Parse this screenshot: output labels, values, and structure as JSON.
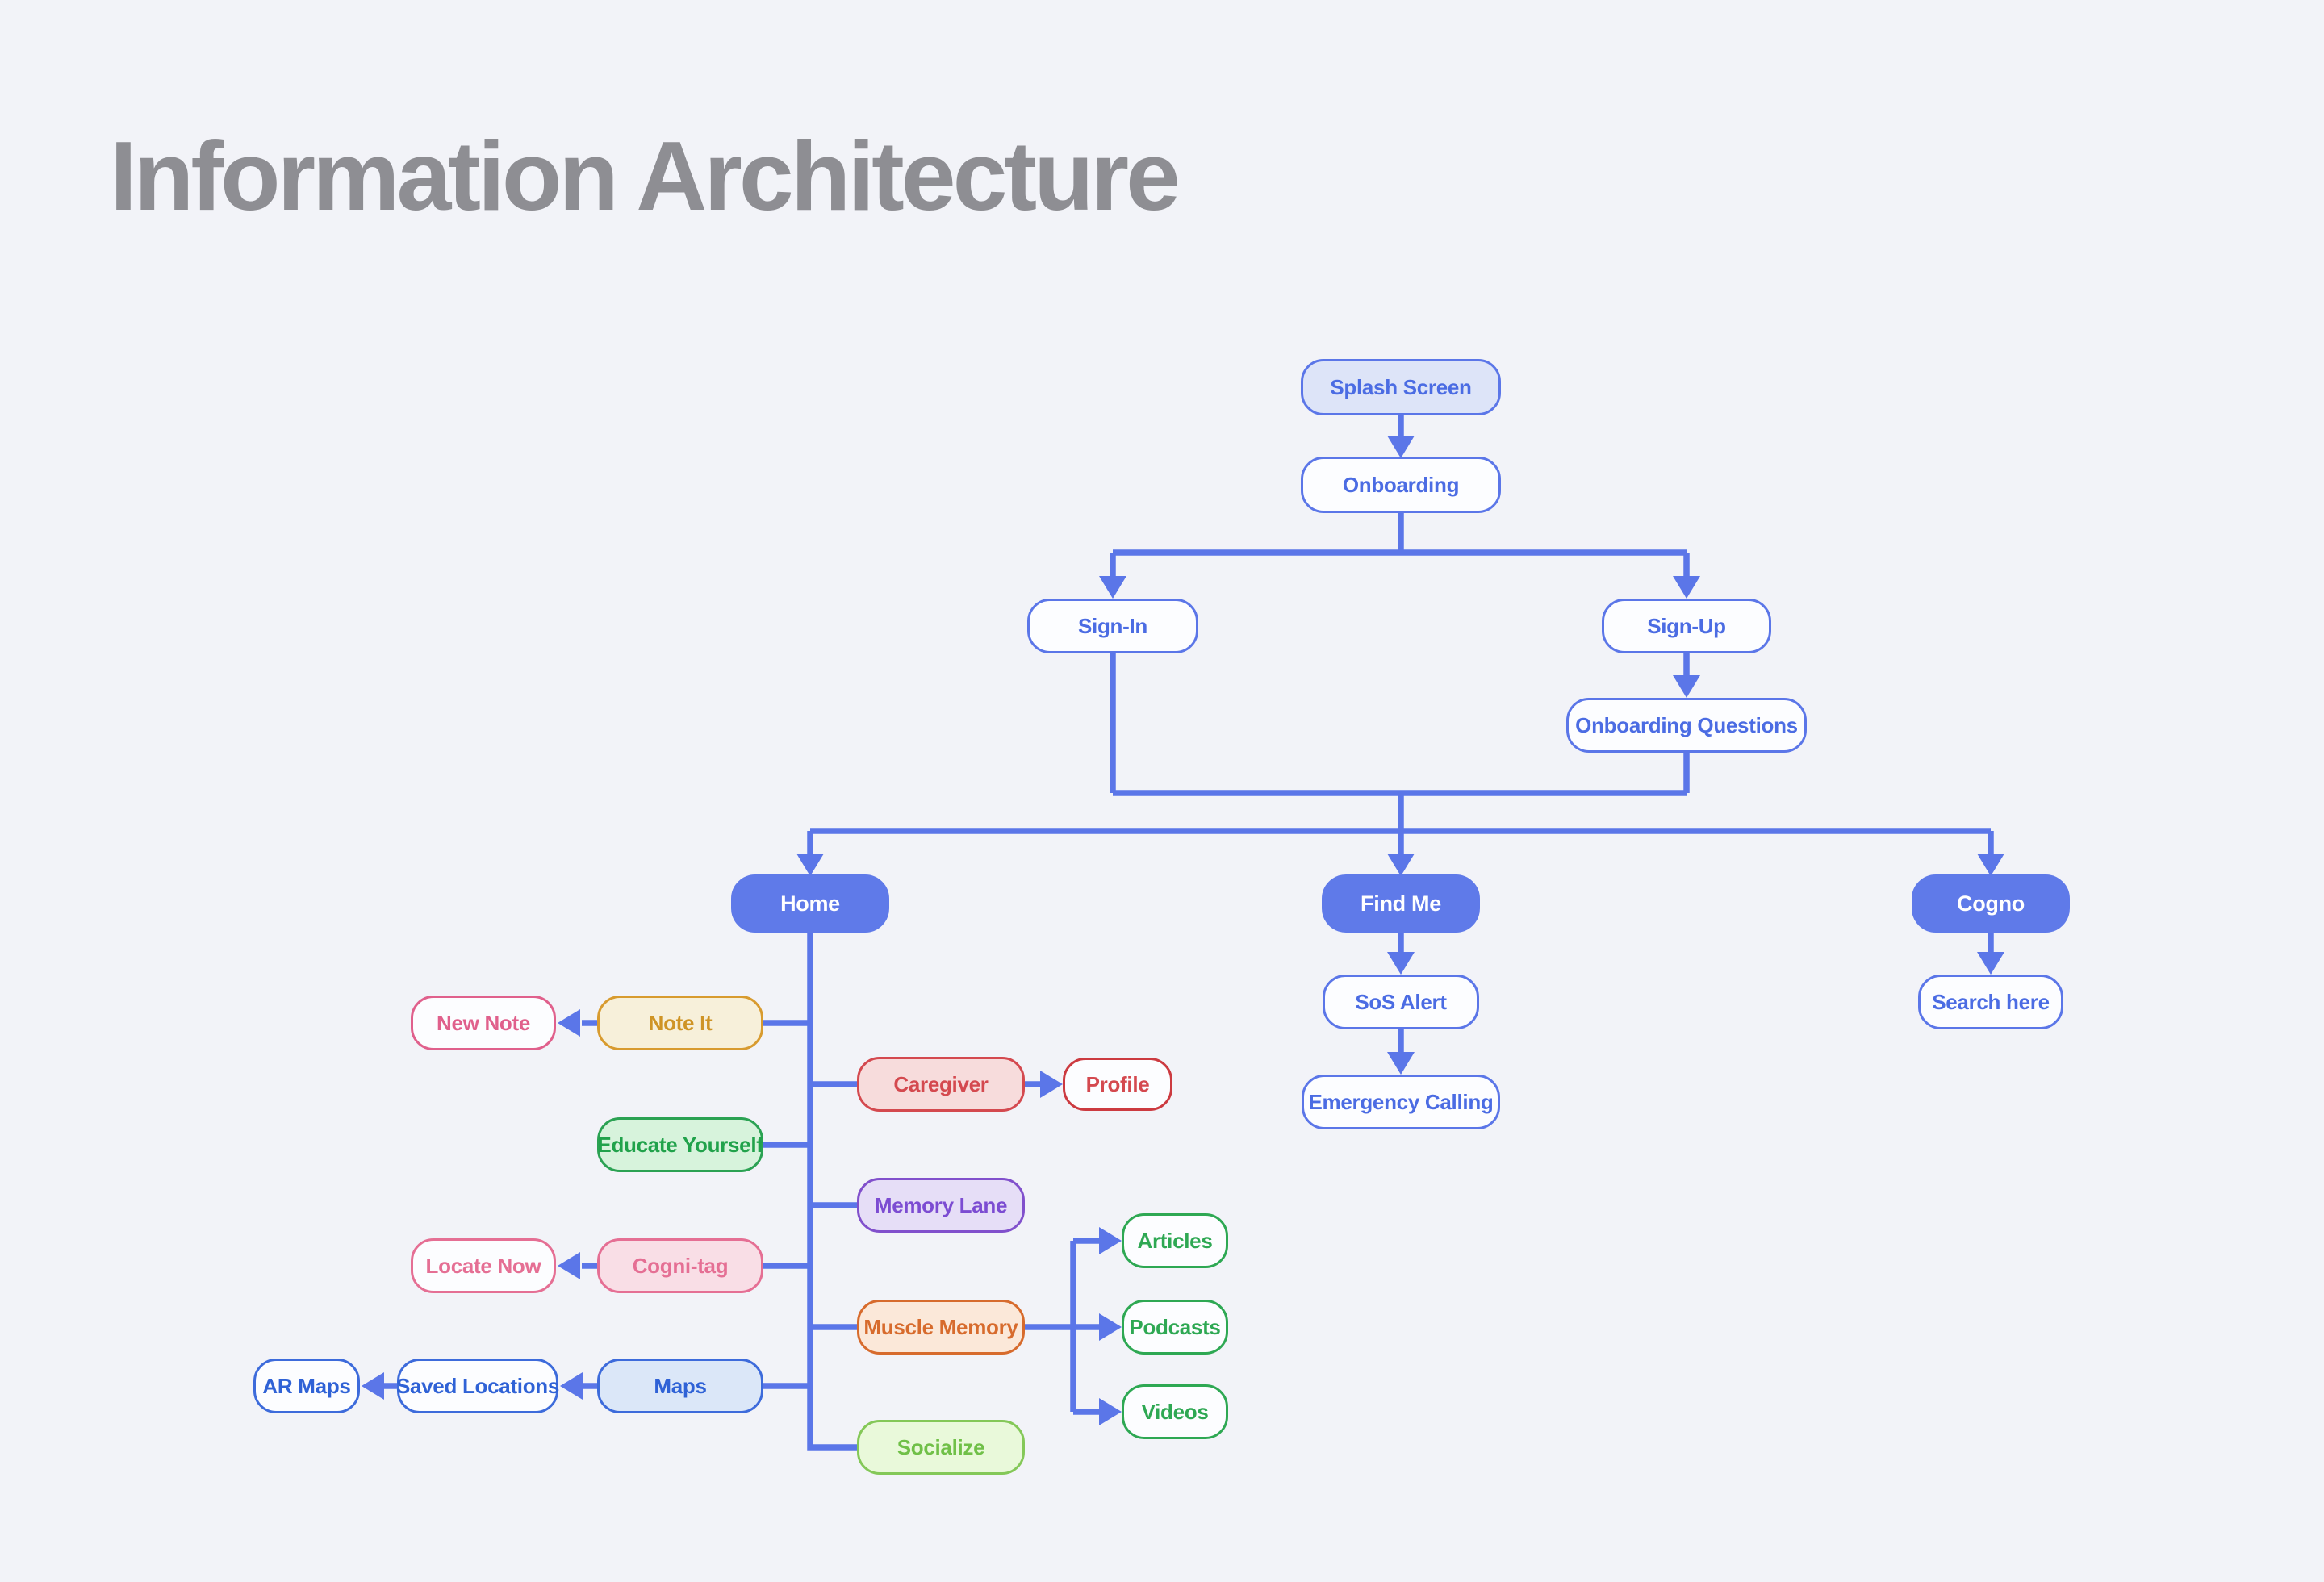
{
  "title": "Information Architecture",
  "colors": {
    "background": "#f2f3f8",
    "connector_blue": "#5b76e8",
    "primary_node_blue": "#5f7ae9",
    "title_gray": "#8e8e93"
  },
  "diagram": {
    "nodes": {
      "splash_screen": {
        "label": "Splash Screen"
      },
      "onboarding": {
        "label": "Onboarding"
      },
      "sign_in": {
        "label": "Sign-In"
      },
      "sign_up": {
        "label": "Sign-Up"
      },
      "onboarding_questions": {
        "label": "Onboarding Questions"
      },
      "home": {
        "label": "Home"
      },
      "find_me": {
        "label": "Find Me"
      },
      "cogno": {
        "label": "Cogno"
      },
      "sos_alert": {
        "label": "SoS Alert"
      },
      "emergency_calling": {
        "label": "Emergency Calling"
      },
      "search_here": {
        "label": "Search here"
      },
      "new_note": {
        "label": "New Note"
      },
      "note_it": {
        "label": "Note It"
      },
      "caregiver": {
        "label": "Caregiver"
      },
      "profile": {
        "label": "Profile"
      },
      "educate_yourself": {
        "label": "Educate Yourself"
      },
      "memory_lane": {
        "label": "Memory Lane"
      },
      "locate_now": {
        "label": "Locate Now"
      },
      "cogni_tag": {
        "label": "Cogni-tag"
      },
      "muscle_memory": {
        "label": "Muscle Memory"
      },
      "articles": {
        "label": "Articles"
      },
      "podcasts": {
        "label": "Podcasts"
      },
      "videos": {
        "label": "Videos"
      },
      "maps": {
        "label": "Maps"
      },
      "saved_locations": {
        "label": "Saved Locations"
      },
      "ar_maps": {
        "label": "AR Maps"
      },
      "socialize": {
        "label": "Socialize"
      }
    },
    "edges": [
      {
        "from": "splash_screen",
        "to": "onboarding"
      },
      {
        "from": "onboarding",
        "to": "sign_in"
      },
      {
        "from": "onboarding",
        "to": "sign_up"
      },
      {
        "from": "sign_up",
        "to": "onboarding_questions"
      },
      {
        "from": "sign_in",
        "to": [
          "home",
          "find_me",
          "cogno"
        ]
      },
      {
        "from": "onboarding_questions",
        "to": [
          "home",
          "find_me",
          "cogno"
        ]
      },
      {
        "from": "home",
        "to": [
          "note_it",
          "caregiver",
          "educate_yourself",
          "memory_lane",
          "cogni_tag",
          "muscle_memory",
          "maps",
          "socialize"
        ]
      },
      {
        "from": "note_it",
        "to": "new_note"
      },
      {
        "from": "caregiver",
        "to": "profile"
      },
      {
        "from": "cogni_tag",
        "to": "locate_now"
      },
      {
        "from": "muscle_memory",
        "to": [
          "articles",
          "podcasts",
          "videos"
        ]
      },
      {
        "from": "maps",
        "to": "saved_locations"
      },
      {
        "from": "saved_locations",
        "to": "ar_maps"
      },
      {
        "from": "find_me",
        "to": "sos_alert"
      },
      {
        "from": "sos_alert",
        "to": "emergency_calling"
      },
      {
        "from": "cogno",
        "to": "search_here"
      }
    ]
  }
}
